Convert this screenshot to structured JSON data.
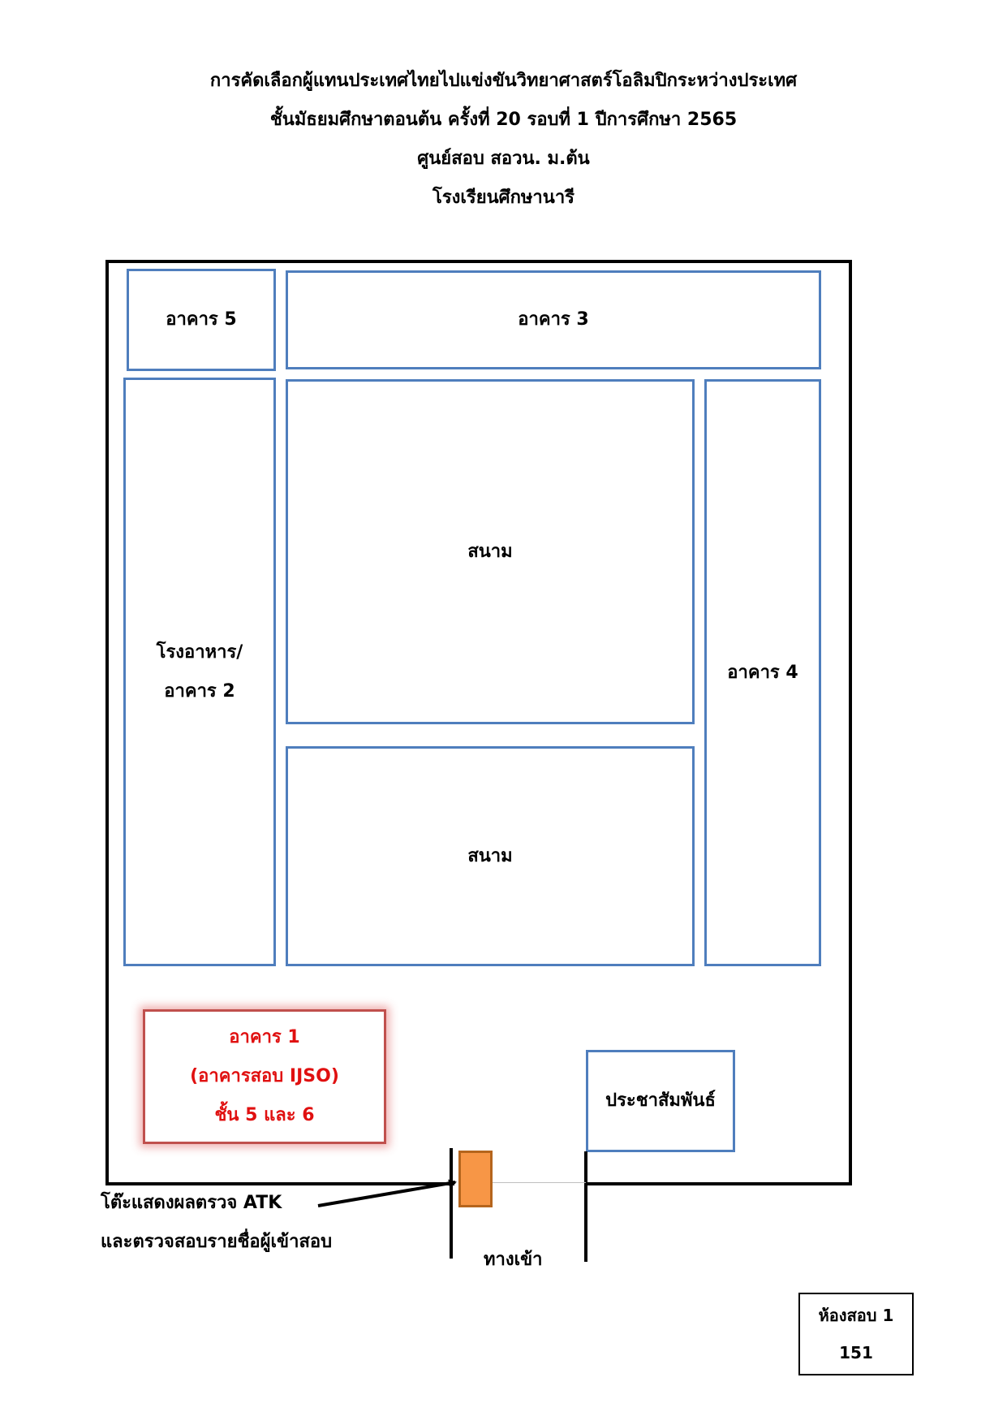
{
  "header": {
    "line1": "การคัดเลือกผู้แทนประเทศไทยไปแข่งขันวิทยาศาสตร์โอลิมปิกระหว่างประเทศ",
    "line2": "ชั้นมัธยมศึกษาตอนต้น ครั้งที่ 20 รอบที่ 1 ปีการศึกษา 2565",
    "line3": "ศูนย์สอบ สอวน. ม.ต้น",
    "line4": "โรงเรียนศึกษานารี"
  },
  "map": {
    "building5": "อาคาร 5",
    "building3": "อาคาร 3",
    "field_top": "สนาม",
    "field_bottom": "สนาม",
    "canteen_line1": "โรงอาหาร/",
    "canteen_line2": "อาคาร 2",
    "building4": "อาคาร 4",
    "exam_building": {
      "line1": "อาคาร 1",
      "line2": "(อาคารสอบ IJSO)",
      "line3": "ชั้น 5 และ 6"
    },
    "pr_office": "ประชาสัมพันธ์",
    "entrance": "ทางเข้า",
    "desk_label_line1": "โต๊ะแสดงผลตรวจ ATK",
    "desk_label_line2": "และตรวจสอบรายชื่อผู้เข้าสอบ"
  },
  "room": {
    "label": "ห้องสอบ 1",
    "number": "151"
  },
  "colors": {
    "building_border": "#4f7ebd",
    "exam_building_border": "#c0504d",
    "exam_text": "#e01010",
    "desk_fill": "#f79646"
  }
}
